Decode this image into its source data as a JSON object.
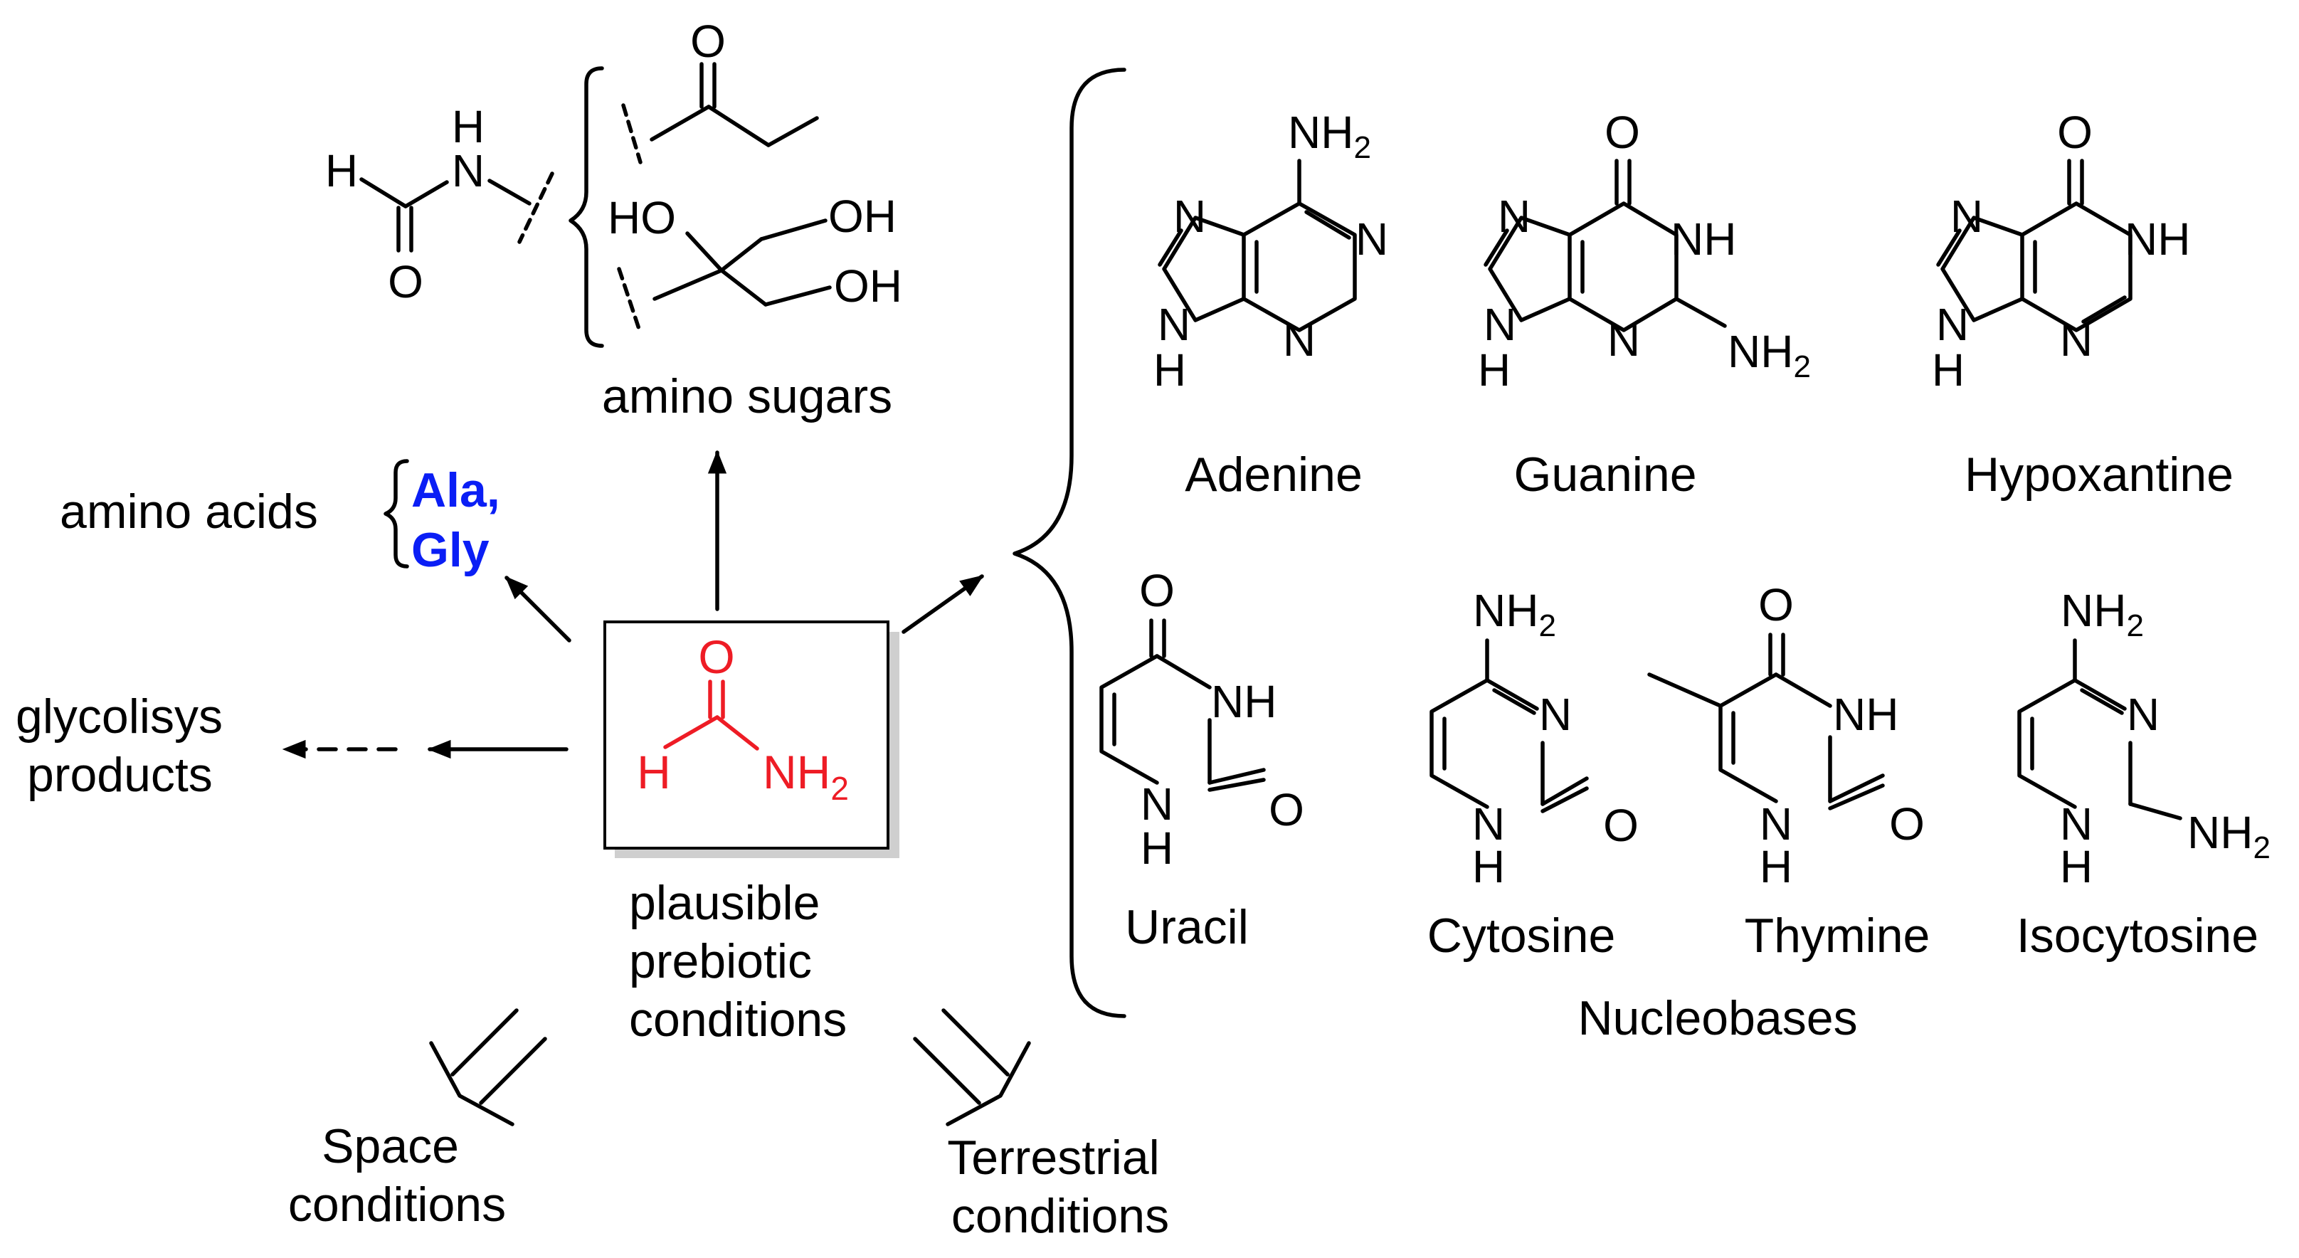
{
  "colors": {
    "formamide": "#ee1c25",
    "aminoacid": "#0a1ef5",
    "ink": "#000000",
    "box_shadow": "#cfcfcf"
  },
  "center": {
    "formula": {
      "H": "H",
      "O": "O",
      "N": "NH",
      "sub": "2"
    },
    "caption": [
      "plausible",
      "prebiotic",
      "conditions"
    ]
  },
  "left": {
    "amino_acids_label": "amino acids",
    "amino_acids": [
      "Ala,",
      "Gly"
    ],
    "glycolysis_label": [
      "glycolisys",
      "products"
    ]
  },
  "bottom": {
    "space_label": [
      "Space",
      "conditions"
    ],
    "terrestrial_label": [
      "Terrestrial",
      "conditions"
    ]
  },
  "top": {
    "amino_sugars_label": "amino sugars",
    "formyl_atoms": {
      "H": "H",
      "N": "N",
      "NH_H": "H",
      "O": "O"
    },
    "sugar_atoms": {
      "ketone_O": "O",
      "HO": "HO",
      "OH1": "OH",
      "OH2": "OH"
    }
  },
  "nucleobases": {
    "group_label": "Nucleobases",
    "names": [
      "Adenine",
      "Guanine",
      "Hypoxantine",
      "Uracil",
      "Cytosine",
      "Thymine",
      "Isocytosine"
    ],
    "atoms": {
      "N": "N",
      "NH": "NH",
      "H": "H",
      "NH2": "NH",
      "sub2": "2",
      "O": "O"
    }
  }
}
